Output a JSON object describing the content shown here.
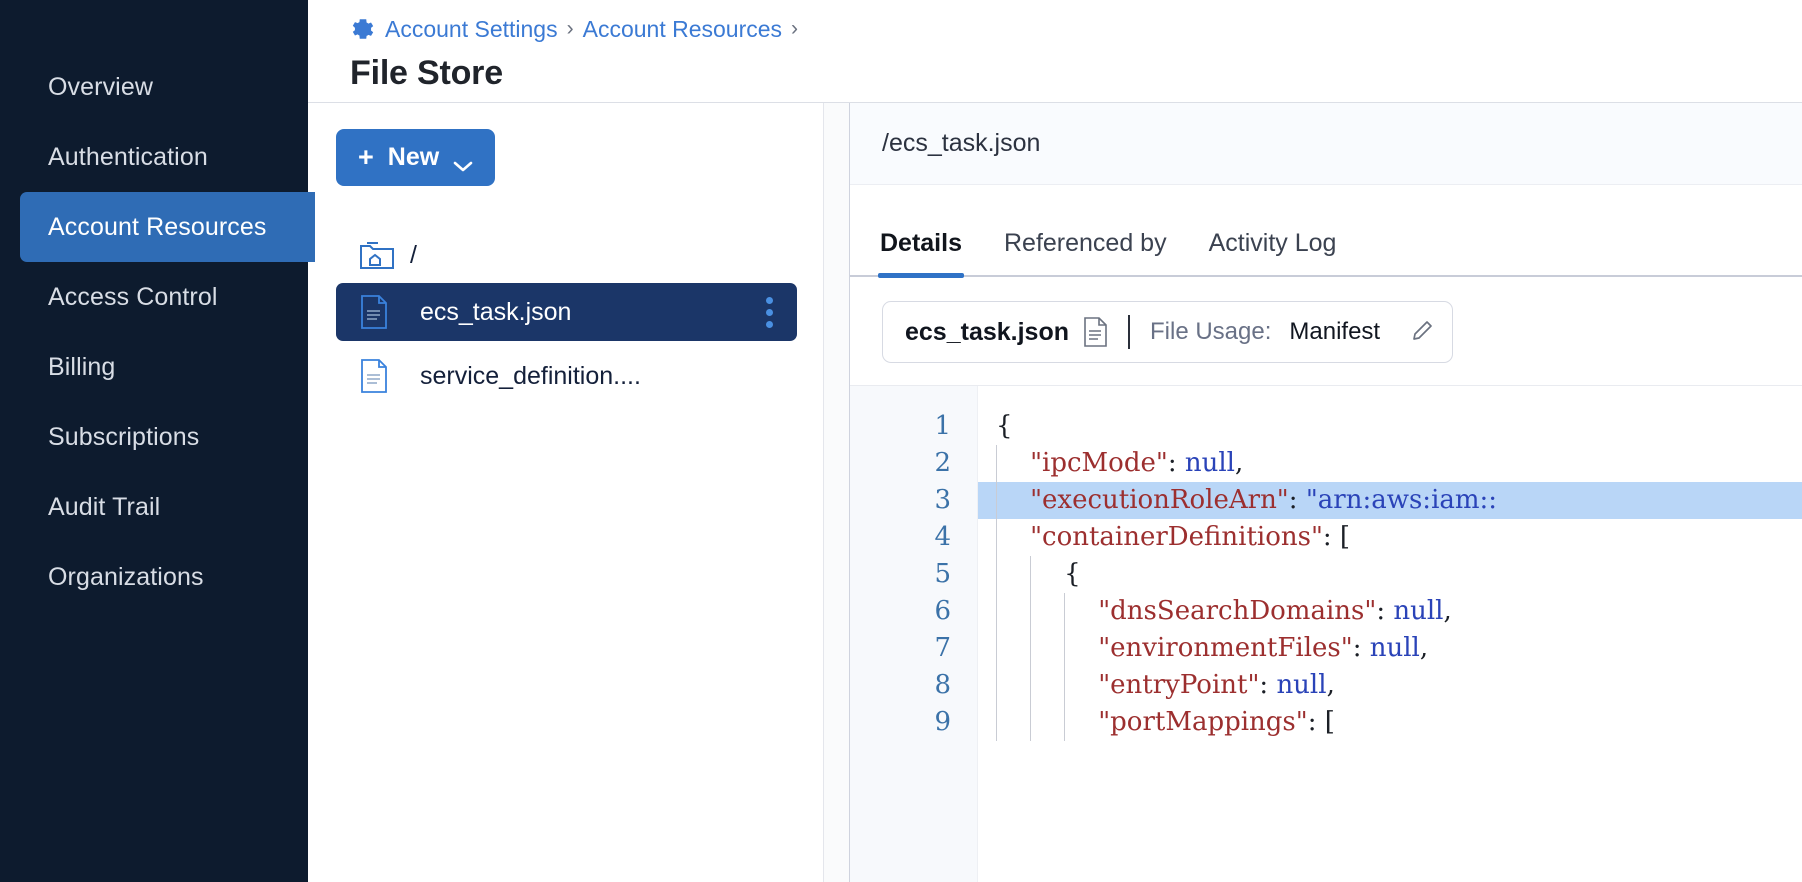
{
  "sidebar": {
    "items": [
      {
        "label": "Overview",
        "active": false
      },
      {
        "label": "Authentication",
        "active": false
      },
      {
        "label": "Account Resources",
        "active": true
      },
      {
        "label": "Access Control",
        "active": false
      },
      {
        "label": "Billing",
        "active": false
      },
      {
        "label": "Subscriptions",
        "active": false
      },
      {
        "label": "Audit Trail",
        "active": false
      },
      {
        "label": "Organizations",
        "active": false
      }
    ],
    "bg_color": "#0d1b2e",
    "active_color": "#2f6cb5"
  },
  "header": {
    "breadcrumb": [
      {
        "label": "Account Settings",
        "icon": "gear-icon"
      },
      {
        "label": "Account Resources"
      }
    ],
    "separator": "›",
    "title": "File Store",
    "link_color": "#3b7ad4"
  },
  "files_pane": {
    "new_button": {
      "label": "New",
      "plus": "+",
      "color": "#3072c4"
    },
    "root": {
      "label": "/",
      "icon": "folder-home-icon"
    },
    "items": [
      {
        "name": "ecs_task.json",
        "icon": "file-icon",
        "selected": true,
        "menu": "kebab-menu-icon"
      },
      {
        "name": "service_definition....",
        "icon": "file-icon",
        "selected": false
      }
    ]
  },
  "detail": {
    "path": "/ecs_task.json",
    "tabs": [
      {
        "label": "Details",
        "active": true
      },
      {
        "label": "Referenced by",
        "active": false
      },
      {
        "label": "Activity Log",
        "active": false
      }
    ],
    "usage_chip": {
      "filename": "ecs_task.json",
      "doc_icon": "document-icon",
      "usage_label": "File Usage:",
      "usage_value": "Manifest",
      "edit_icon": "pencil-icon"
    }
  },
  "editor": {
    "line_numbers": [
      "1",
      "2",
      "3",
      "4",
      "5",
      "6",
      "7",
      "8",
      "9"
    ],
    "highlighted_line": 3,
    "lines": [
      {
        "n": 1,
        "indent": 0,
        "tokens": [
          {
            "t": "{",
            "c": "p"
          }
        ]
      },
      {
        "n": 2,
        "indent": 1,
        "tokens": [
          {
            "t": "\"ipcMode\"",
            "c": "k"
          },
          {
            "t": ": ",
            "c": "p"
          },
          {
            "t": "null",
            "c": "v-null"
          },
          {
            "t": ",",
            "c": "p"
          }
        ]
      },
      {
        "n": 3,
        "indent": 1,
        "tokens": [
          {
            "t": "\"executionRoleArn\"",
            "c": "k"
          },
          {
            "t": ": ",
            "c": "p"
          },
          {
            "t": "\"arn:aws:iam::",
            "c": "v-str"
          }
        ]
      },
      {
        "n": 4,
        "indent": 1,
        "tokens": [
          {
            "t": "\"containerDefinitions\"",
            "c": "k"
          },
          {
            "t": ": [",
            "c": "p"
          }
        ]
      },
      {
        "n": 5,
        "indent": 2,
        "tokens": [
          {
            "t": "{",
            "c": "p"
          }
        ]
      },
      {
        "n": 6,
        "indent": 3,
        "tokens": [
          {
            "t": "\"dnsSearchDomains\"",
            "c": "k"
          },
          {
            "t": ": ",
            "c": "p"
          },
          {
            "t": "null",
            "c": "v-null"
          },
          {
            "t": ",",
            "c": "p"
          }
        ]
      },
      {
        "n": 7,
        "indent": 3,
        "tokens": [
          {
            "t": "\"environmentFiles\"",
            "c": "k"
          },
          {
            "t": ": ",
            "c": "p"
          },
          {
            "t": "null",
            "c": "v-null"
          },
          {
            "t": ",",
            "c": "p"
          }
        ]
      },
      {
        "n": 8,
        "indent": 3,
        "tokens": [
          {
            "t": "\"entryPoint\"",
            "c": "k"
          },
          {
            "t": ": ",
            "c": "p"
          },
          {
            "t": "null",
            "c": "v-null"
          },
          {
            "t": ",",
            "c": "p"
          }
        ]
      },
      {
        "n": 9,
        "indent": 3,
        "tokens": [
          {
            "t": "\"portMappings\"",
            "c": "k"
          },
          {
            "t": ": [",
            "c": "p"
          }
        ]
      }
    ],
    "highlight_color": "#b9d6f7",
    "key_color": "#9c2f2f",
    "value_color": "#2a43b8",
    "linenum_color": "#3b72a8"
  }
}
